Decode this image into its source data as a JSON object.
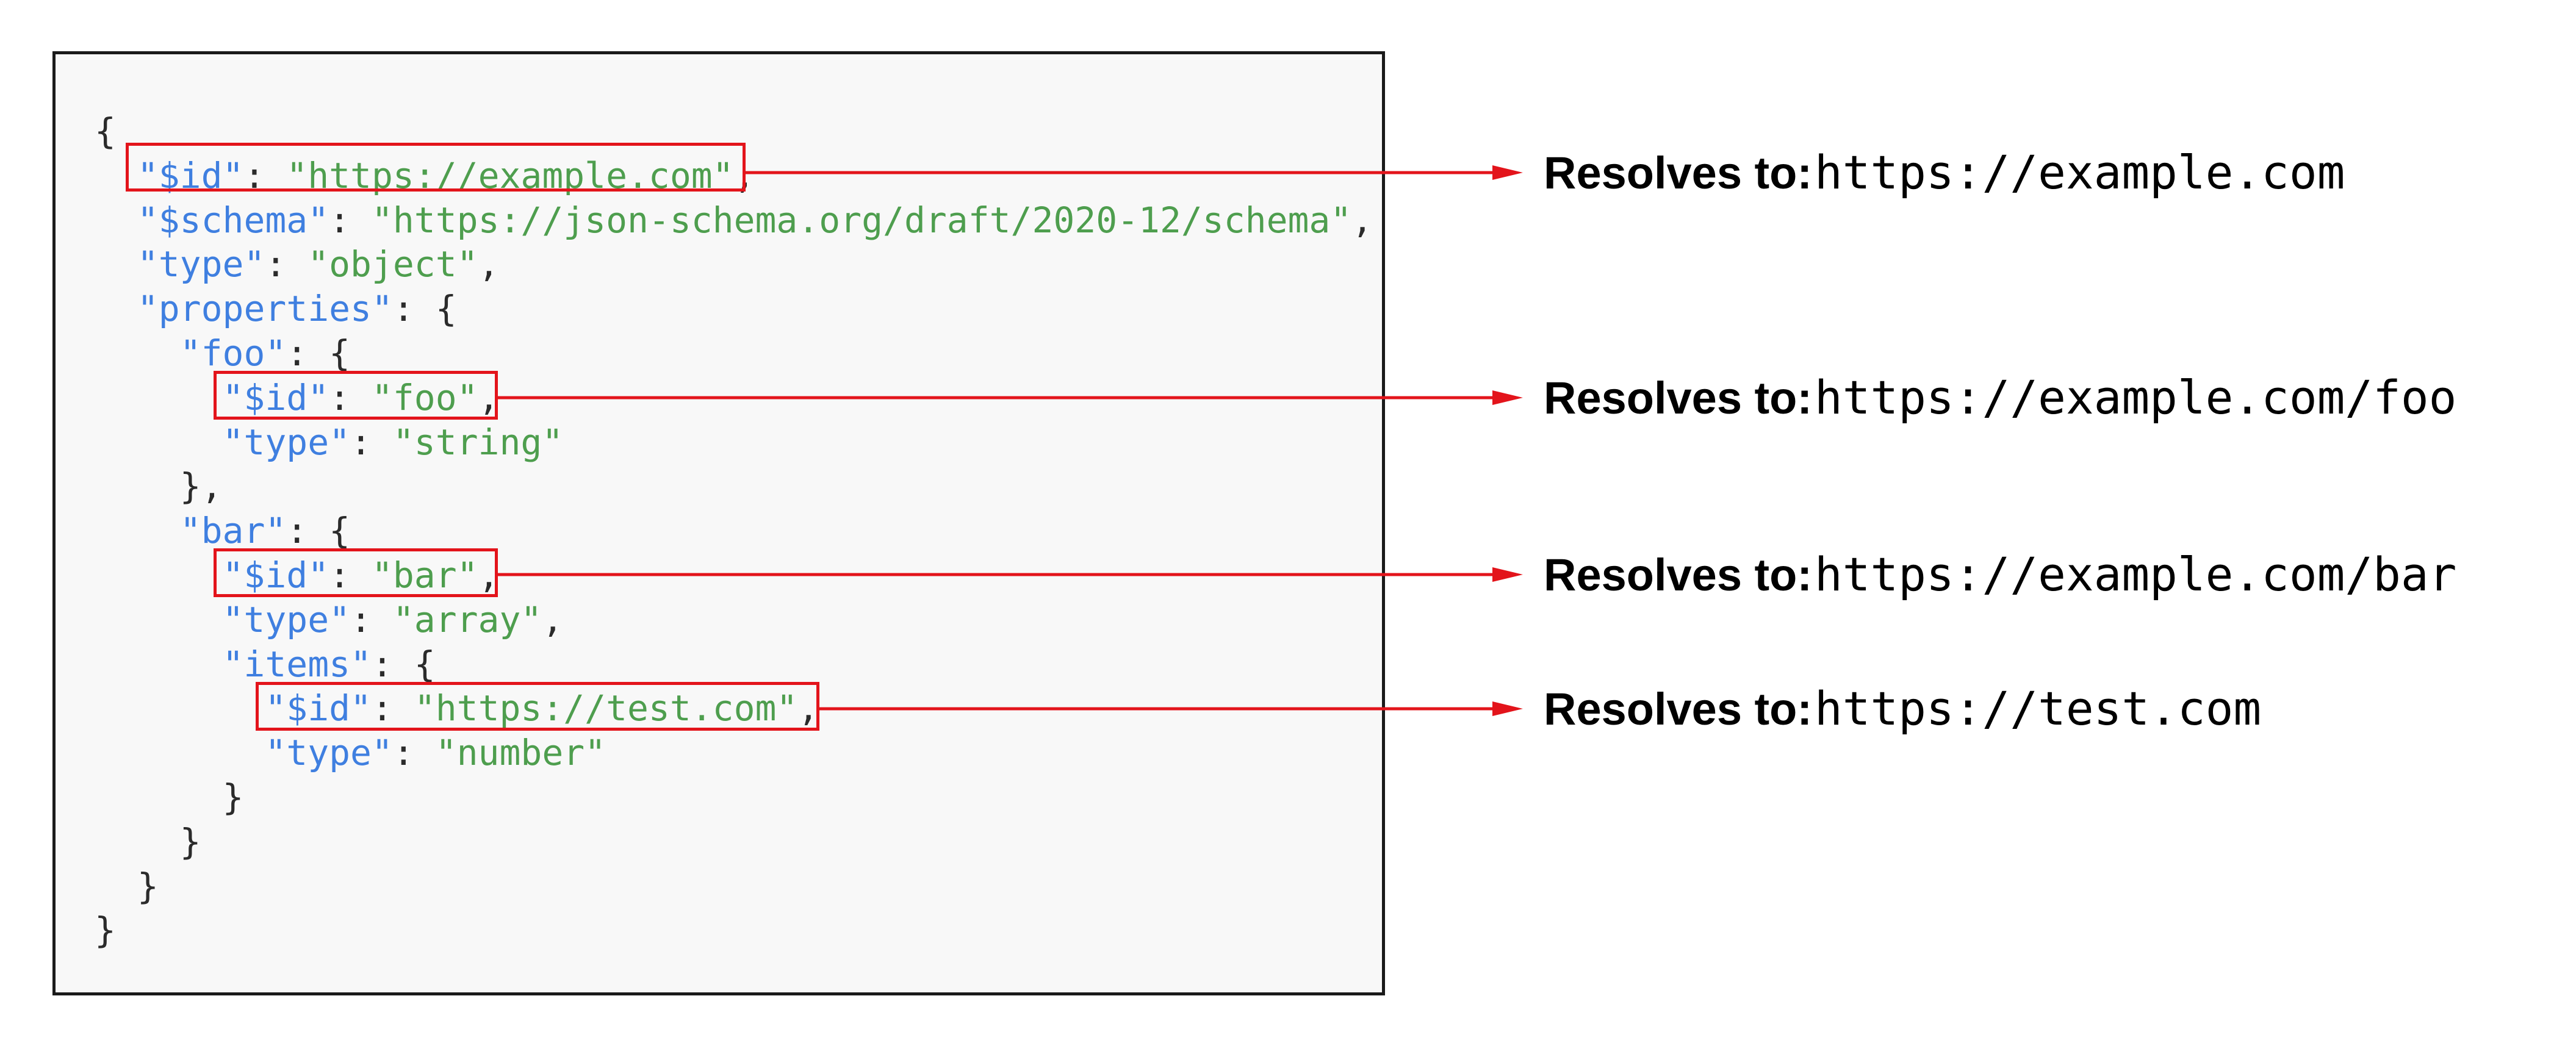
{
  "code": {
    "lines": [
      [
        {
          "t": "{",
          "c": "punct"
        }
      ],
      [
        {
          "t": "  ",
          "c": "punct"
        },
        {
          "t": "\"$id\"",
          "c": "key"
        },
        {
          "t": ": ",
          "c": "punct"
        },
        {
          "t": "\"https://example.com\"",
          "c": "str"
        },
        {
          "t": ",",
          "c": "punct"
        }
      ],
      [
        {
          "t": "  ",
          "c": "punct"
        },
        {
          "t": "\"$schema\"",
          "c": "key"
        },
        {
          "t": ": ",
          "c": "punct"
        },
        {
          "t": "\"https://json-schema.org/draft/2020-12/schema\"",
          "c": "str"
        },
        {
          "t": ",",
          "c": "punct"
        }
      ],
      [
        {
          "t": "  ",
          "c": "punct"
        },
        {
          "t": "\"type\"",
          "c": "key"
        },
        {
          "t": ": ",
          "c": "punct"
        },
        {
          "t": "\"object\"",
          "c": "str"
        },
        {
          "t": ",",
          "c": "punct"
        }
      ],
      [
        {
          "t": "  ",
          "c": "punct"
        },
        {
          "t": "\"properties\"",
          "c": "key"
        },
        {
          "t": ": {",
          "c": "punct"
        }
      ],
      [
        {
          "t": "    ",
          "c": "punct"
        },
        {
          "t": "\"foo\"",
          "c": "key"
        },
        {
          "t": ": {",
          "c": "punct"
        }
      ],
      [
        {
          "t": "      ",
          "c": "punct"
        },
        {
          "t": "\"$id\"",
          "c": "key"
        },
        {
          "t": ": ",
          "c": "punct"
        },
        {
          "t": "\"foo\"",
          "c": "str"
        },
        {
          "t": ",",
          "c": "punct"
        }
      ],
      [
        {
          "t": "      ",
          "c": "punct"
        },
        {
          "t": "\"type\"",
          "c": "key"
        },
        {
          "t": ": ",
          "c": "punct"
        },
        {
          "t": "\"string\"",
          "c": "str"
        }
      ],
      [
        {
          "t": "    },",
          "c": "punct"
        }
      ],
      [
        {
          "t": "    ",
          "c": "punct"
        },
        {
          "t": "\"bar\"",
          "c": "key"
        },
        {
          "t": ": {",
          "c": "punct"
        }
      ],
      [
        {
          "t": "      ",
          "c": "punct"
        },
        {
          "t": "\"$id\"",
          "c": "key"
        },
        {
          "t": ": ",
          "c": "punct"
        },
        {
          "t": "\"bar\"",
          "c": "str"
        },
        {
          "t": ",",
          "c": "punct"
        }
      ],
      [
        {
          "t": "      ",
          "c": "punct"
        },
        {
          "t": "\"type\"",
          "c": "key"
        },
        {
          "t": ": ",
          "c": "punct"
        },
        {
          "t": "\"array\"",
          "c": "str"
        },
        {
          "t": ",",
          "c": "punct"
        }
      ],
      [
        {
          "t": "      ",
          "c": "punct"
        },
        {
          "t": "\"items\"",
          "c": "key"
        },
        {
          "t": ": {",
          "c": "punct"
        }
      ],
      [
        {
          "t": "        ",
          "c": "punct"
        },
        {
          "t": "\"$id\"",
          "c": "key"
        },
        {
          "t": ": ",
          "c": "punct"
        },
        {
          "t": "\"https://test.com\"",
          "c": "str"
        },
        {
          "t": ",",
          "c": "punct"
        }
      ],
      [
        {
          "t": "        ",
          "c": "punct"
        },
        {
          "t": "\"type\"",
          "c": "key"
        },
        {
          "t": ": ",
          "c": "punct"
        },
        {
          "t": "\"number\"",
          "c": "str"
        }
      ],
      [
        {
          "t": "      }",
          "c": "punct"
        }
      ],
      [
        {
          "t": "    }",
          "c": "punct"
        }
      ],
      [
        {
          "t": "  }",
          "c": "punct"
        }
      ],
      [
        {
          "t": "}",
          "c": "punct"
        }
      ]
    ]
  },
  "annotations": [
    {
      "label": "Resolves to:",
      "url": "https://example.com"
    },
    {
      "label": "Resolves to:",
      "url": "https://example.com/foo"
    },
    {
      "label": "Resolves to:",
      "url": "https://example.com/bar"
    },
    {
      "label": "Resolves to:",
      "url": "https://test.com"
    }
  ],
  "colors": {
    "key": "#3f7fe0",
    "string": "#4e9e4e",
    "punctuation": "#2b2b2b",
    "highlight": "#e3141b",
    "panel_background": "#f8f8f8"
  }
}
